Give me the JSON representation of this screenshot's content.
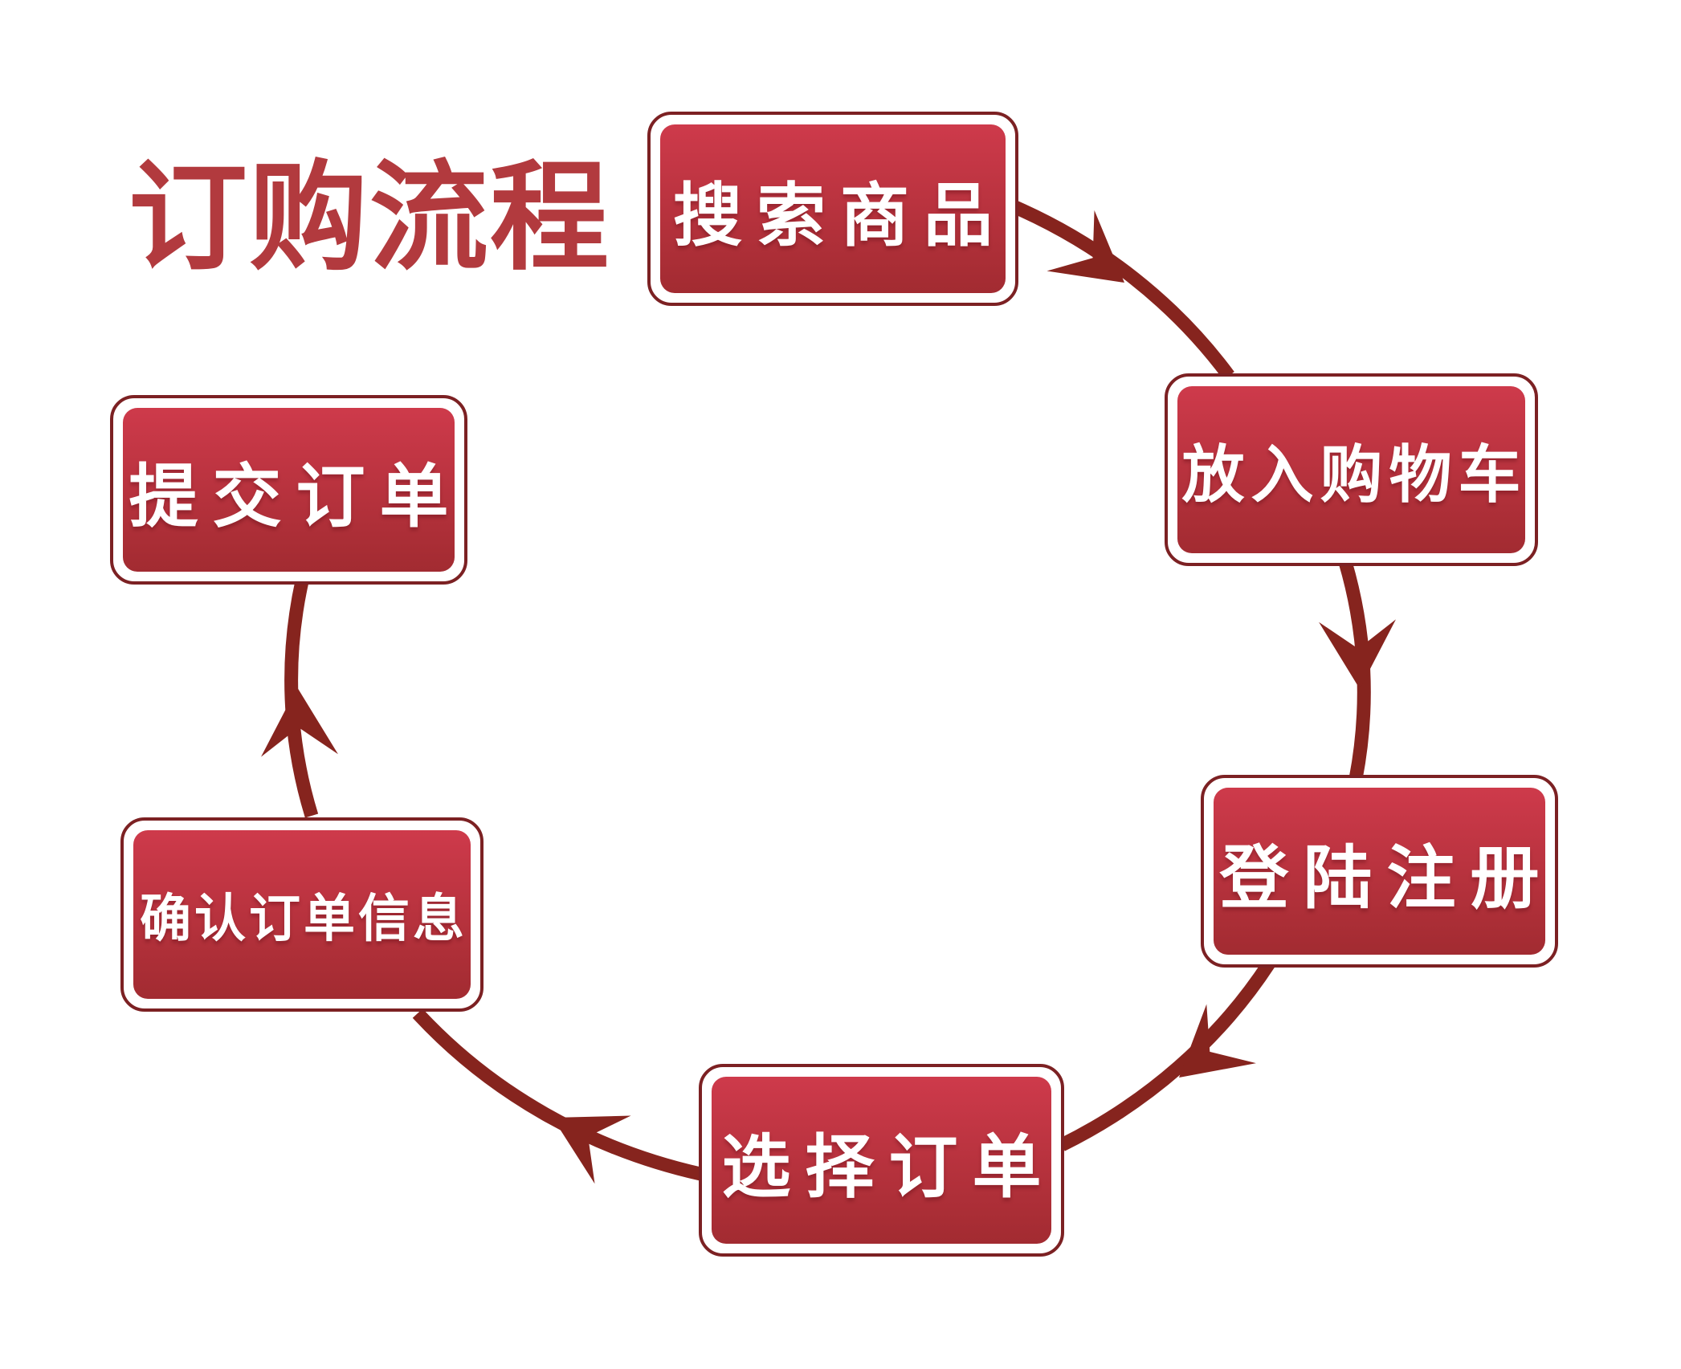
{
  "title": "订购流程",
  "flow": {
    "type": "cycle",
    "direction": "clockwise",
    "steps": [
      {
        "id": 1,
        "label": "搜索商品",
        "position": "top"
      },
      {
        "id": 2,
        "label": "放入购物车",
        "position": "upper-right"
      },
      {
        "id": 3,
        "label": "登陆注册",
        "position": "lower-right"
      },
      {
        "id": 4,
        "label": "选择订单",
        "position": "bottom"
      },
      {
        "id": 5,
        "label": "确认订单信息",
        "position": "lower-left"
      },
      {
        "id": 6,
        "label": "提交订单",
        "position": "upper-left"
      }
    ],
    "connections": [
      {
        "from": "搜索商品",
        "to": "放入购物车"
      },
      {
        "from": "放入购物车",
        "to": "登陆注册"
      },
      {
        "from": "登陆注册",
        "to": "选择订单"
      },
      {
        "from": "选择订单",
        "to": "确认订单信息"
      },
      {
        "from": "确认订单信息",
        "to": "提交订单"
      }
    ]
  },
  "colors": {
    "background": "#ffffff",
    "title": "#b23a3e",
    "box_outline": "#7c2123",
    "box_gradient_top": "#ce3a4b",
    "box_gradient_bottom": "#a22b31",
    "box_text": "#ffffff",
    "arrow": "#86241e"
  }
}
